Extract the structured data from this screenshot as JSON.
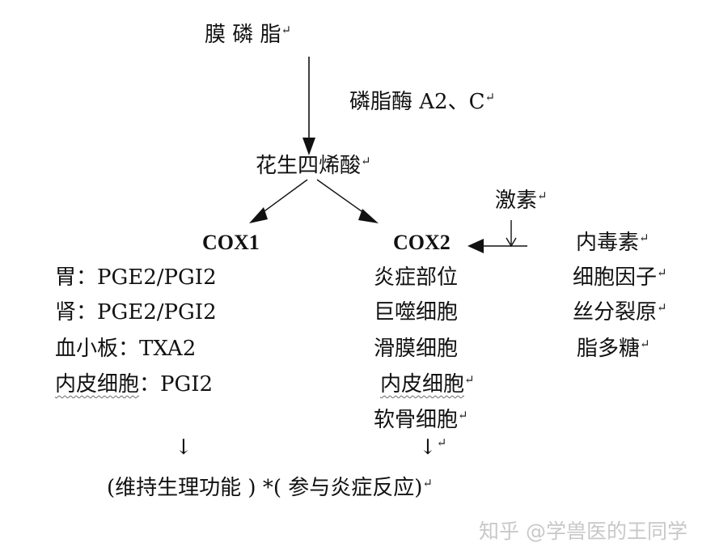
{
  "top": {
    "membrane": "膜 磷 脂"
  },
  "enzyme": "磷脂酶 A2、C",
  "arachidonic": "花生四烯酸",
  "hormone": "激素",
  "cox1": {
    "title": "COX1",
    "items": [
      "胃：PGE2/PGI2",
      "肾：PGE2/PGI2",
      "血小板：TXA2"
    ],
    "endo_label": "内皮细胞",
    "endo_value": "：PGI2"
  },
  "cox2": {
    "title": "COX2",
    "items": [
      "炎症部位",
      "巨噬细胞",
      "滑膜细胞"
    ],
    "endo": "内皮细胞",
    "cartilage": "软骨细胞"
  },
  "inducers": [
    "内毒素",
    "细胞因子",
    "丝分裂原",
    "脂多糖"
  ],
  "bottom": {
    "left_arrow": "↓",
    "right_arrow": "↓",
    "outcome": "(维持生理功能 )   *( 参与炎症反应)"
  },
  "watermark": "知乎 @学兽医的王同学",
  "return_mark": "↵"
}
